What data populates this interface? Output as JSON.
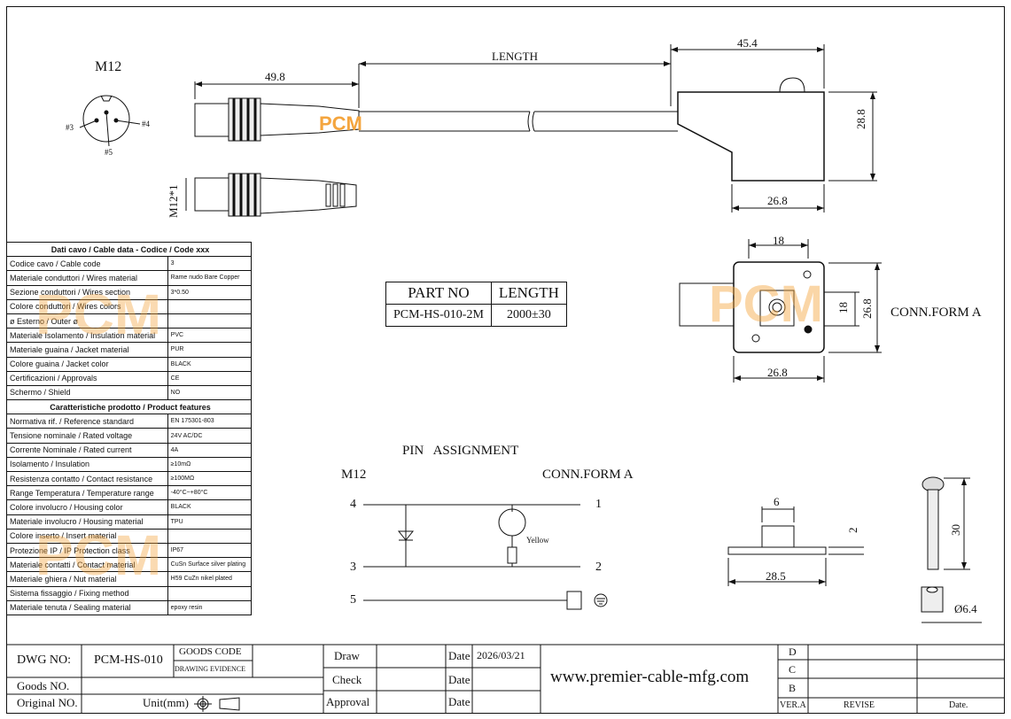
{
  "spec_table": {
    "cable_header": "Dati cavo / Cable data - Codice / Code xxx",
    "cable_rows": [
      {
        "label": "Codice cavo / Cable code",
        "value": "3"
      },
      {
        "label": "Materiale conduttori / Wires material",
        "value": "Rame nudo Bare Copper"
      },
      {
        "label": "Sezione conduttori / Wires section",
        "value": "3*0.50"
      },
      {
        "label": "Colore conduttori / Wires colors",
        "value": ""
      },
      {
        "label": "ø Esterno / Outer ø",
        "value": ""
      },
      {
        "label": "Materiale Isolamento / Insulation material",
        "value": "PVC"
      },
      {
        "label": "Materiale guaina / Jacket material",
        "value": "PUR"
      },
      {
        "label": "Colore guaina / Jacket color",
        "value": "BLACK"
      },
      {
        "label": "Certificazioni / Approvals",
        "value": "CE"
      },
      {
        "label": "Schermo / Shield",
        "value": "NO"
      }
    ],
    "product_header": "Caratteristiche prodotto / Product features",
    "product_rows": [
      {
        "label": "Normativa rif. / Reference standard",
        "value": "EN 175301-803"
      },
      {
        "label": "Tensione nominale / Rated voltage",
        "value": "24V AC/DC"
      },
      {
        "label": "Corrente Nominale / Rated current",
        "value": "4A"
      },
      {
        "label": "Isolamento / Insulation",
        "value": "≥10mΩ"
      },
      {
        "label": "Resistenza contatto / Contact resistance",
        "value": "≥100MΩ"
      },
      {
        "label": "Range Temperatura / Temperature range",
        "value": "-40°C~+80°C"
      },
      {
        "label": "Colore involucro / Housing color",
        "value": "BLACK"
      },
      {
        "label": "Materiale involucro / Housing material",
        "value": "TPU"
      },
      {
        "label": "Colore inserto / Insert material",
        "value": ""
      },
      {
        "label": "Protezione IP / IP Protection class",
        "value": "IP67"
      },
      {
        "label": "Materiale contatti / Contact material",
        "value": "CuSn Surface silver plating"
      },
      {
        "label": "Materiale ghiera / Nut material",
        "value": "H59 CuZn nikel plated"
      },
      {
        "label": "Sistema fissaggio / Fixing method",
        "value": ""
      },
      {
        "label": "Materiale tenuta / Sealing material",
        "value": "epoxy resin"
      }
    ]
  },
  "part_table": {
    "header_part": "PART NO",
    "header_length": "LENGTH",
    "part_no": "PCM-HS-010-2M",
    "length": "2000±30"
  },
  "drawing": {
    "m12_label": "M12",
    "pin3": "#3",
    "pin4": "#4",
    "pin5": "#5",
    "dim_49_8": "49.8",
    "dim_length": "LENGTH",
    "dim_45_4": "45.4",
    "dim_28_8": "28.8",
    "dim_26_8_side": "26.8",
    "m12_thread": "M12*1",
    "watermark": "PCM",
    "dim_18_top": "18",
    "dim_18_side": "18",
    "dim_26_8_right": "26.8",
    "dim_26_8_bottom": "26.8",
    "conn_form_a": "CONN.FORM A",
    "pin_assignment": "PIN   ASSIGNMENT",
    "schem_m12": "M12",
    "schem_conn": "CONN.FORM A",
    "pin_4": "4",
    "pin_1": "1",
    "pin_3": "3",
    "pin_2": "2",
    "pin_5": "5",
    "yellow": "Yellow",
    "dim_6": "6",
    "dim_2": "2",
    "dim_28_5": "28.5",
    "dim_30": "30",
    "dim_6_4": "Ø6.4"
  },
  "title_block": {
    "dwg_no_label": "DWG NO:",
    "dwg_no_value": "PCM-HS-010",
    "goods_code": "GOODS CODE",
    "drawing_evidence": "DRAWING EVIDENCE",
    "goods_no": "Goods NO.",
    "original_no": "Original NO.",
    "unit": "Unit(mm)",
    "draw": "Draw",
    "check": "Check",
    "approval": "Approval",
    "date_label": "Date",
    "date_value": "2026/03/21",
    "website": "www.premier-cable-mfg.com",
    "rev_d": "D",
    "rev_c": "C",
    "rev_b": "B",
    "ver_a": "VER.A",
    "revise": "REVISE",
    "date_col": "Date."
  }
}
